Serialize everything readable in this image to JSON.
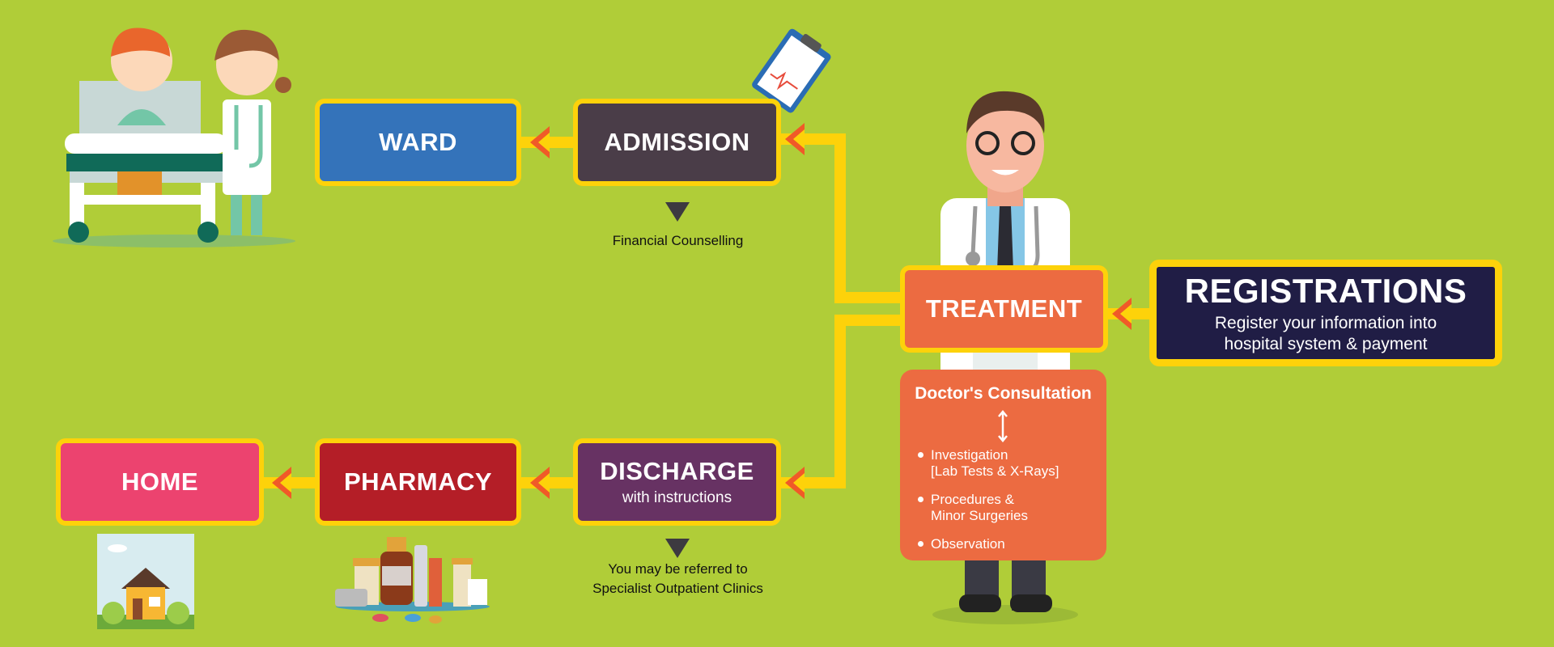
{
  "steps": {
    "ward": {
      "label": "WARD",
      "color": "#3473ba"
    },
    "admission": {
      "label": "ADMISSION",
      "color": "#4a3d48"
    },
    "treatment": {
      "label": "TREATMENT",
      "color": "#ec6b41"
    },
    "registrations": {
      "label": "REGISTRATIONS",
      "sub_line1": "Register your information into",
      "sub_line2": "hospital system & payment",
      "color": "#201d45"
    },
    "home": {
      "label": "HOME",
      "color": "#ec436f"
    },
    "pharmacy": {
      "label": "PHARMACY",
      "color": "#b41e27"
    },
    "discharge": {
      "label": "DISCHARGE",
      "sub": "with instructions",
      "color": "#673263"
    }
  },
  "notes": {
    "admission": "Financial Counselling",
    "discharge_line1": "You may be referred to",
    "discharge_line2": "Specialist Outpatient Clinics"
  },
  "consultation": {
    "title": "Doctor's Consultation",
    "items": [
      {
        "line1": "Investigation",
        "line2": "[Lab Tests & X-Rays]"
      },
      {
        "line1": "Procedures &",
        "line2": "Minor Surgeries"
      },
      {
        "line1": "Observation",
        "line2": ""
      }
    ]
  },
  "colors": {
    "background": "#b0cd38",
    "connector": "#fdd20a",
    "arrow": "#f05a28"
  }
}
